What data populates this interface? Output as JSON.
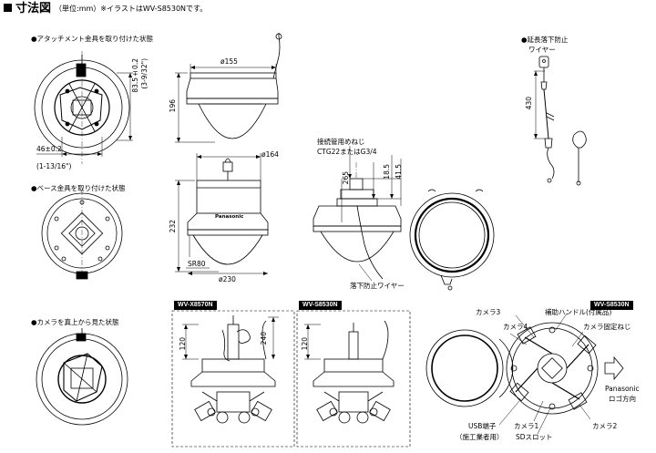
{
  "header": {
    "title": "寸法図",
    "subtitle": "（単位:mm）※イラストはWV-S8530Nです。"
  },
  "labels": {
    "attachment_state": "●アタッチメント金具を取り付けた状態",
    "base_state": "●ベース金具を取り付けた状態",
    "top_view": "●カメラを真上から見た状態",
    "wire_title_1": "●延長落下防止",
    "wire_title_2": "ワイヤー",
    "conduit_1": "接続管用めねじ",
    "conduit_2": "CTG22またはG3/4",
    "drop_wire": "落下防止ワイヤー",
    "camera3": "カメラ3",
    "camera4": "カメラ4",
    "aux_handle": "補助ハンドル(付属品)",
    "camera_screw": "カメラ固定ねじ",
    "panasonic_1": "Panasonic",
    "panasonic_2": "ロゴ方向",
    "usb_1": "USB端子",
    "usb_2": "（施工業者用）",
    "camera1": "カメラ1",
    "sd_slot": "SDスロット",
    "camera2": "カメラ2",
    "sr80": "SR80",
    "brand_mark": "Panasonic"
  },
  "badges": {
    "x8570n": "WV-X8570N",
    "s8530n_a": "WV-S8530N",
    "s8530n_b": "WV-S8530N"
  },
  "dims": {
    "d155": "ø155",
    "h196": "196",
    "d164": "ø164",
    "h232": "232",
    "d230": "ø230",
    "h265": "265",
    "h185": "18.5",
    "h415": "41.5",
    "h835": "83.5±0.2",
    "h835in": "(3-9/32\")",
    "w46": "46±0.2",
    "w46in": "(1-13/16\")",
    "h430": "430",
    "h120a": "120",
    "h240": "240",
    "h120b": "120"
  }
}
